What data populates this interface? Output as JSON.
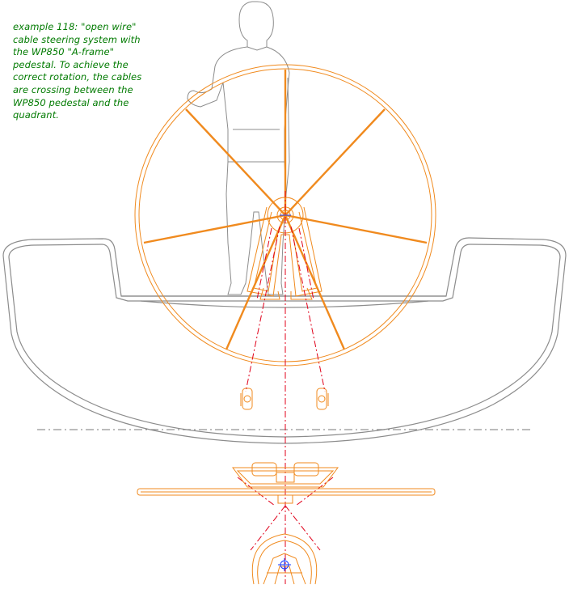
{
  "caption": {
    "lines": [
      "example 118: \"open wire\"",
      "cable steering system with",
      "the WP850 \"A-frame\"",
      "pedestal. To achieve the",
      "correct rotation, the cables",
      "are crossing between the",
      "WP850 pedestal and the",
      "quadrant."
    ]
  },
  "colors": {
    "hull": "#8c8c8c",
    "figure": "#8c8c8c",
    "wheel": "#f08a1e",
    "cable": "#e0001a",
    "centerline": "#7a7a7a",
    "axis_marker": "#1a3cff",
    "caption": "#007a00"
  }
}
